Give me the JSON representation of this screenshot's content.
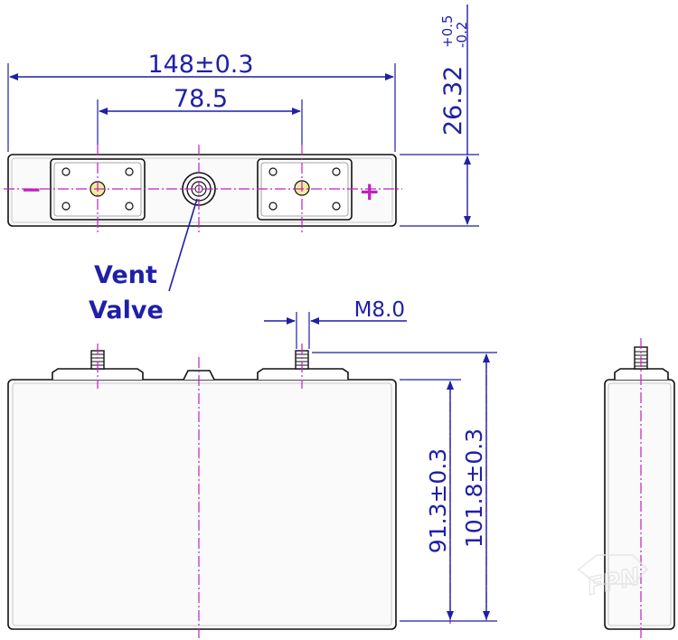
{
  "dimensions": {
    "length": "148±0.3",
    "terminal_spacing": "78.5",
    "thickness_base": "26.32",
    "thickness_tol_upper": "+0.5",
    "thickness_tol_lower": "-0.2",
    "thread": "M8.0",
    "case_height": "91.3±0.3",
    "total_height": "101.8±0.3"
  },
  "labels": {
    "vent_line1": "Vent",
    "vent_line2": "Valve",
    "negative_symbol": "−",
    "positive_symbol": "+"
  },
  "watermark": "FPN",
  "colors": {
    "outline": "#111111",
    "dimension": "#1f1fa8",
    "centerline": "#c020c0",
    "terminal_fill": "#f4ec9c"
  }
}
